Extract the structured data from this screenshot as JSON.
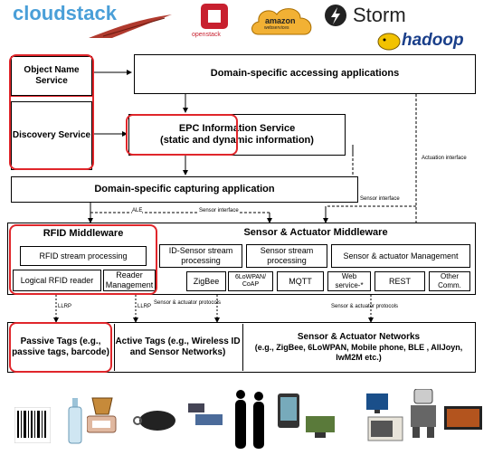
{
  "logos": {
    "cloudstack": "cloudstack",
    "openstack": "openstack",
    "aws_top": "amazon",
    "aws_bottom": "webservices",
    "storm": "Storm",
    "hadoop": "hadoop"
  },
  "boxes": {
    "ons": "Object Name Service",
    "discovery": "Discovery Service",
    "domain_apps": "Domain-specific accessing applications",
    "epcis_line1": "EPC Information Service",
    "epcis_line2": "(static and dynamic information)",
    "capturing": "Domain-specific capturing application",
    "rfid_mw": "RFID Middleware",
    "rfid_stream": "RFID stream processing",
    "logical_reader": "Logical RFID reader",
    "reader_mgmt": "Reader Management",
    "sa_mw": "Sensor & Actuator Middleware",
    "id_sensor_stream": "ID-Sensor stream processing",
    "sensor_stream": "Sensor stream processing",
    "sa_mgmt": "Sensor & actuator Management",
    "zigbee": "ZigBee",
    "6lowpan": "6LoWPAN/ CoAP",
    "mqtt": "MQTT",
    "web_service": "Web service-*",
    "rest": "REST",
    "other_comm": "Other Comm.",
    "passive_tags": "Passive Tags (e.g., passive tags, barcode)",
    "active_tags": "Active Tags (e.g., Wireless ID and Sensor Networks)",
    "sa_networks_title": "Sensor & Actuator Networks",
    "sa_networks_desc": "(e.g., ZigBee, 6LoWPAN, Mobile phone, BLE , AllJoyn, IwM2M etc.)"
  },
  "labels": {
    "actuation_interface": "Actuation interface",
    "sensor_interface_right": "Sensor interface",
    "ale": "ALE",
    "sensor_interface_mid": "Sensor interface",
    "llrp_1": "LLRP",
    "llrp_2": "LLRP",
    "sa_protocols_1": "Sensor & actuator protocols",
    "sa_protocols_2": "Sensor & actuator protocols"
  },
  "colors": {
    "highlight": "#e0262b",
    "cloudstack_blue": "#4a9fd8",
    "openstack_red": "#c8202f",
    "hadoop_blue": "#1a3f8a",
    "storm_dark": "#222222"
  },
  "devices": [
    "barcode-icon",
    "bottle-icon",
    "rfid-tag-icon",
    "cup-icon",
    "key-fob-icon",
    "sensor-board-icon",
    "people-icon",
    "phone-icon",
    "plant-icon",
    "monitor-icon",
    "microwave-icon",
    "robot-icon",
    "tv-icon"
  ]
}
